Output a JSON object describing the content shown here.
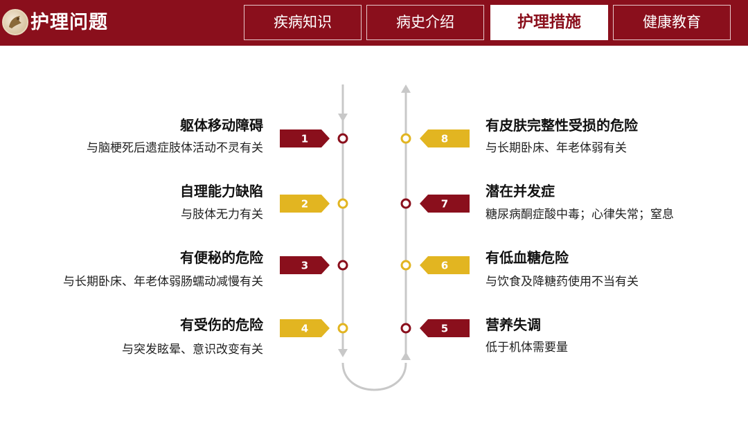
{
  "header": {
    "title": "护理问题",
    "tabs": [
      {
        "label": "疾病知识",
        "active": false
      },
      {
        "label": "病史介绍",
        "active": false
      },
      {
        "label": "护理措施",
        "active": true
      },
      {
        "label": "健康教育",
        "active": false
      }
    ]
  },
  "colors": {
    "primary": "#8a0f1c",
    "accent": "#e2b521",
    "line": "#c8c8c8"
  },
  "problems": [
    {
      "number": "1",
      "title": "躯体移动障碍",
      "desc": "与脑梗死后遗症肢体活动不灵有关",
      "color": "dark-red"
    },
    {
      "number": "2",
      "title": "自理能力缺陷",
      "desc": "与肢体无力有关",
      "color": "yellow"
    },
    {
      "number": "3",
      "title": "有便秘的危险",
      "desc": "与长期卧床、年老体弱肠蠕动减慢有关",
      "color": "dark-red"
    },
    {
      "number": "4",
      "title": "有受伤的危险",
      "desc": "与突发眩晕、意识改变有关",
      "color": "yellow"
    },
    {
      "number": "5",
      "title": "营养失调",
      "desc": "低于机体需要量",
      "color": "dark-red"
    },
    {
      "number": "6",
      "title": "有低血糖危险",
      "desc": "与饮食及降糖药使用不当有关",
      "color": "yellow"
    },
    {
      "number": "7",
      "title": "潜在并发症",
      "desc": "糖尿病酮症酸中毒；心律失常；窒息",
      "color": "dark-red"
    },
    {
      "number": "8",
      "title": "有皮肤完整性受损的危险",
      "desc": "与长期卧床、年老体弱有关",
      "color": "yellow"
    }
  ]
}
